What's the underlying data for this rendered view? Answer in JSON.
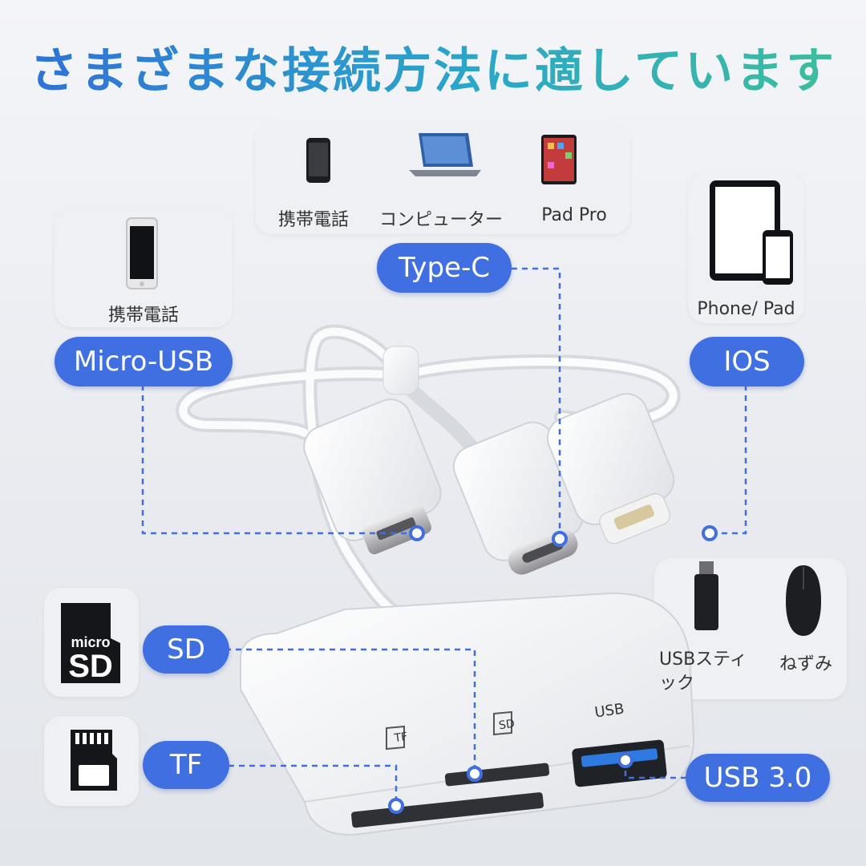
{
  "title": "さまざまな接続方法に適しています",
  "devices": {
    "type_c": [
      "携帯電話",
      "コンピューター",
      "Pad Pro"
    ],
    "micro_usb": "携帯電話",
    "ios": "Phone/ Pad",
    "usb": [
      "USBスティック",
      "ねずみ"
    ]
  },
  "ports": {
    "type_c": "Type-C",
    "micro_usb": "Micro-USB",
    "ios": "IOS",
    "sd": "SD",
    "tf": "TF",
    "usb3": "USB 3.0"
  },
  "card_icons": {
    "micro_sd_text_1": "micro",
    "micro_sd_text_2": "SD"
  },
  "adapter_labels": {
    "tf": "TF",
    "sd": "SD",
    "usb": "USB"
  },
  "colors": {
    "accent": "#3f6fe0",
    "dashed_line": "#3f6fe0",
    "title_start": "#2f6fd8",
    "title_end": "#3fbf9a"
  },
  "icons": [
    "phone-icon",
    "laptop-icon",
    "tablet-icon",
    "iphone-ipad-icon",
    "micro-sd-card-icon",
    "tf-card-icon",
    "usb-stick-icon",
    "mouse-icon"
  ]
}
